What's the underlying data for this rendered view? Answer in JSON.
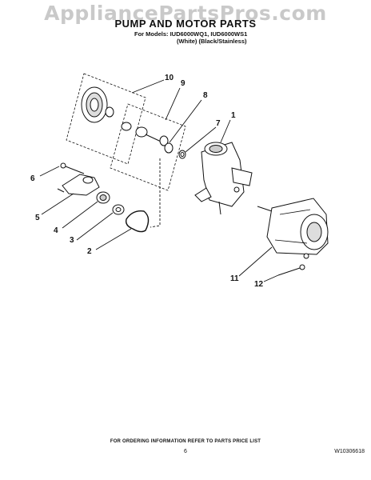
{
  "header": {
    "watermark": "AppliancePartsPros.com",
    "title": "PUMP AND MOTOR PARTS",
    "models_line": "For Models: IUD6000WQ1, IUD6000WS1",
    "variants_line": "(White)  (Black/Stainless)"
  },
  "callouts": [
    "1",
    "2",
    "3",
    "4",
    "5",
    "6",
    "7",
    "8",
    "9",
    "10",
    "11",
    "12"
  ],
  "footer": {
    "ordering_note": "FOR ORDERING INFORMATION REFER TO PARTS PRICE LIST",
    "page_number": "6",
    "document_id": "W10306618"
  }
}
